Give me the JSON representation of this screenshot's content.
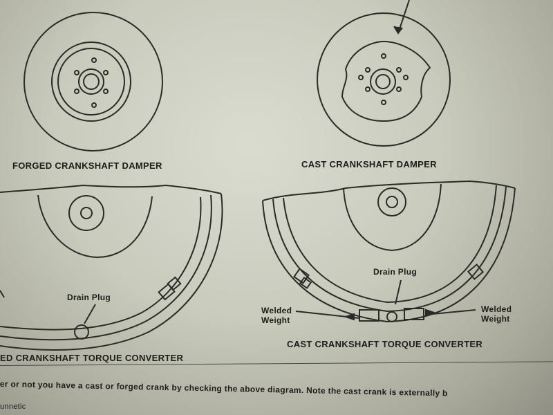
{
  "captions": {
    "forged_damper": "FORGED CRANKSHAFT DAMPER",
    "cast_damper": "CAST CRANKSHAFT DAMPER",
    "forged_converter": "ED CRANKSHAFT TORQUE CONVERTER",
    "cast_converter": "CAST CRANKSHAFT TORQUE CONVERTER"
  },
  "labels": {
    "drain_plug_left": "Drain Plug",
    "drain_plug_right": "Drain Plug",
    "welded_weight_left_1": "Welded",
    "welded_weight_left_2": "Weight",
    "welded_weight_right_1": "Welded",
    "welded_weight_right_2": "Weight"
  },
  "body_text": {
    "line1": "er or not you have a cast or forged crank by checking the above diagram.  Note the cast crank is externally b",
    "line2": "unnetic"
  }
}
